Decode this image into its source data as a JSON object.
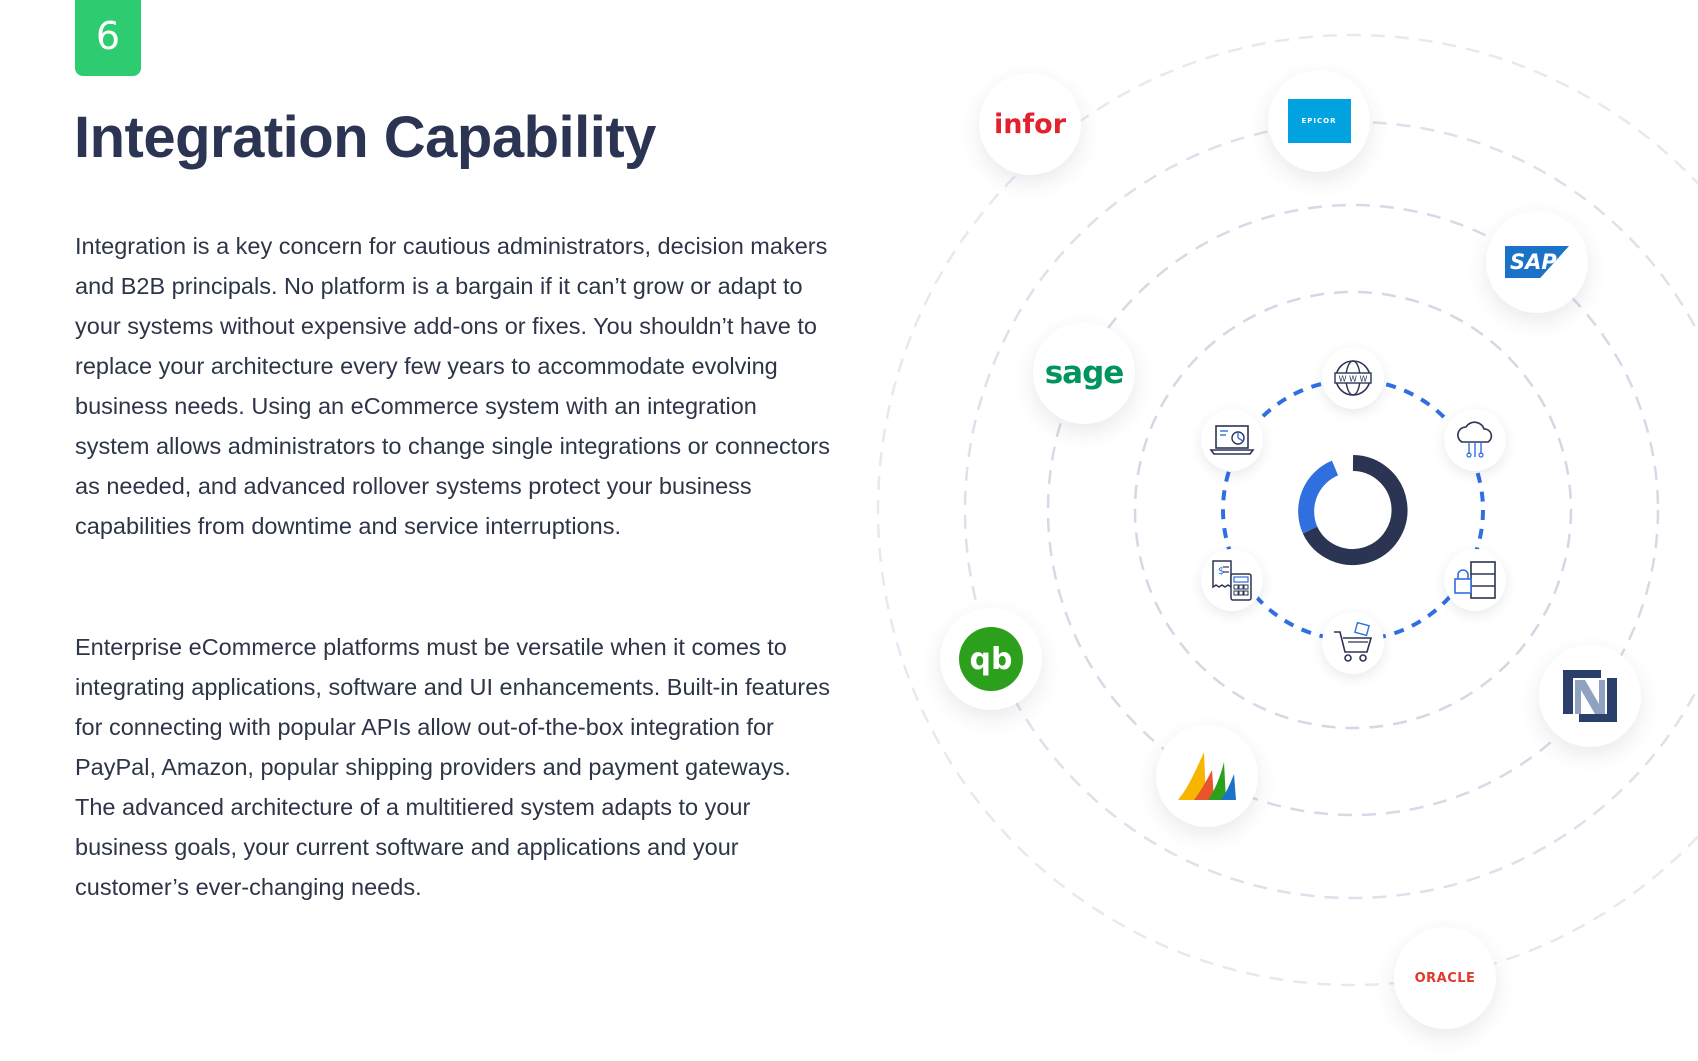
{
  "page": {
    "number": "6",
    "title": "Integration Capability",
    "paragraphs": [
      "Integration is a key concern for cautious administrators, decision makers and B2B principals. No platform is a bargain if it can’t grow or adapt to your systems without expensive add-ons or fixes. You shouldn’t have to replace your architecture every few years to accommodate evolving business needs. Using an eCommerce system with an integration system allows administrators to change single integrations or connectors as needed, and advanced rollover systems protect your business capabilities from downtime and service interruptions.",
      "Enterprise eCommerce platforms must be versatile when it comes to integrating applications, software and UI enhancements. Built-in features for connecting with popular APIs allow out-of-the-box integration for PayPal, Amazon, popular shipping providers and payment gateways. The advanced architecture of a multitiered system adapts to your business goals, your current software and applications and your customer’s ever-changing needs."
    ]
  },
  "colors": {
    "badge": "#2ecc71",
    "title": "#2b3553",
    "body_text": "#2d3548",
    "ring_dash": "#d5dae6",
    "inner_dash": "#2f6fe0",
    "center_blue": "#2f6fe0",
    "center_dark": "#2b3553"
  },
  "logos": {
    "infor": {
      "text": "infor",
      "color": "#e3202e"
    },
    "epicor": {
      "text": "EPICOR",
      "color": "#00a3e0"
    },
    "sap": {
      "text": "SAP",
      "color": "#1a73c6"
    },
    "sage": {
      "text": "sage",
      "color": "#00945e"
    },
    "quickbooks": {
      "text": "qb",
      "color": "#2ca01c"
    },
    "dynamics": {
      "colors": [
        "#f7b500",
        "#e8542c",
        "#2ca01c",
        "#1a73c6"
      ]
    },
    "netsuite": {
      "text": "N",
      "color": "#2b3f6b"
    },
    "oracle": {
      "text": "ORACLE",
      "color": "#e2382c"
    }
  },
  "inner_icons": [
    "globe-www-icon",
    "cloud-network-icon",
    "server-lock-icon",
    "shopping-cart-icon",
    "invoice-calculator-icon",
    "laptop-analytics-icon"
  ],
  "center_icon": "sync-circle-icon"
}
